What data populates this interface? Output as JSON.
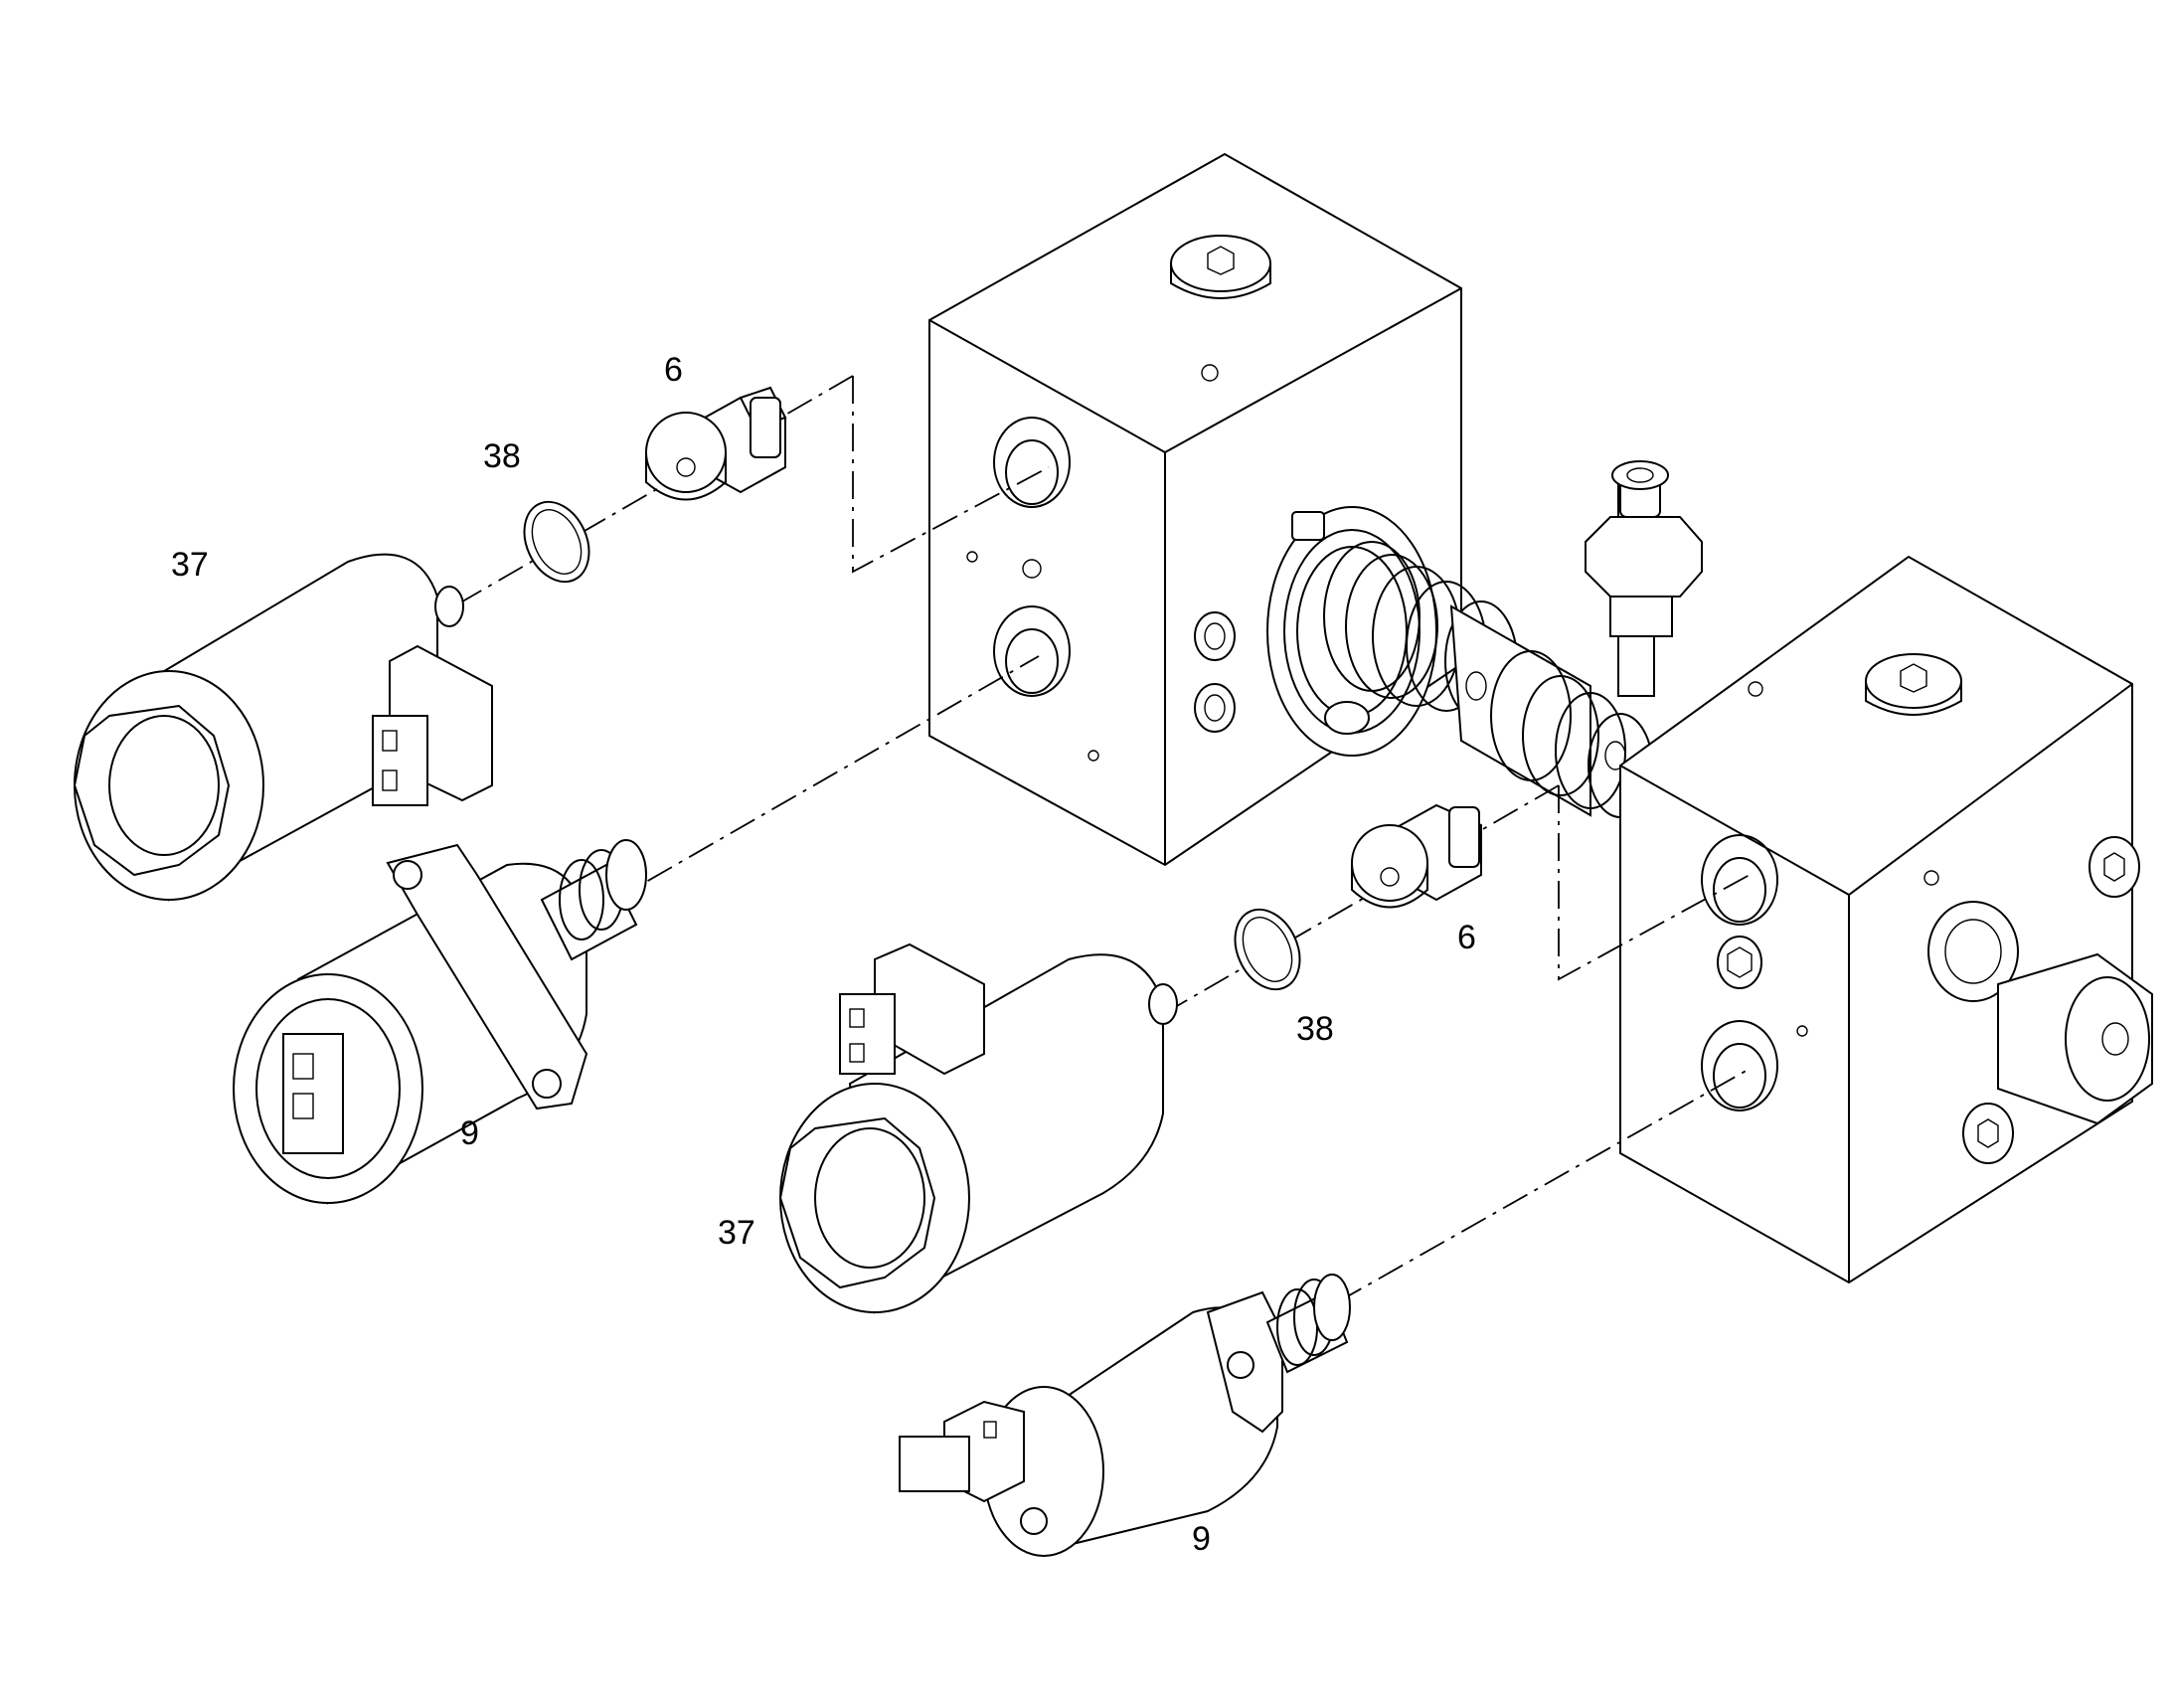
{
  "callouts": [
    {
      "id": "c-6-upper",
      "text": "6"
    },
    {
      "id": "c-38-upper",
      "text": "38"
    },
    {
      "id": "c-37-upper",
      "text": "37"
    },
    {
      "id": "c-9-upper",
      "text": "9"
    },
    {
      "id": "c-6-lower",
      "text": "6"
    },
    {
      "id": "c-38-lower",
      "text": "38"
    },
    {
      "id": "c-37-lower",
      "text": "37"
    },
    {
      "id": "c-9-lower",
      "text": "9"
    }
  ]
}
